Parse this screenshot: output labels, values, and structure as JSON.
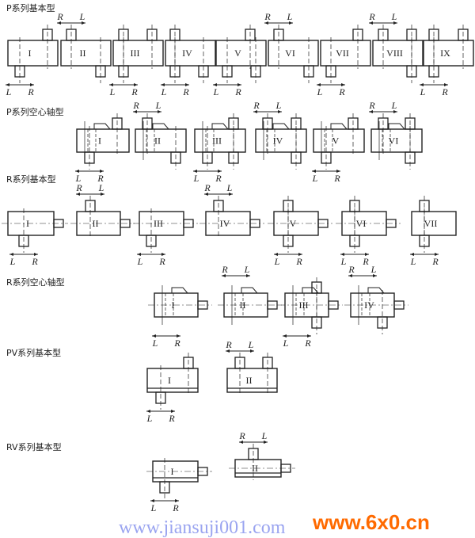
{
  "sections": [
    {
      "title": "P系列基本型",
      "models": [
        "I",
        "II",
        "III",
        "IV",
        "V",
        "VI",
        "VII",
        "VIII",
        "IX"
      ]
    },
    {
      "title": "P系列空心轴型",
      "models": [
        "I",
        "II",
        "III",
        "IV",
        "V",
        "VI"
      ]
    },
    {
      "title": "R系列基本型",
      "models": [
        "I",
        "II",
        "III",
        "IV",
        "V",
        "VI",
        "VII"
      ]
    },
    {
      "title": "R系列空心轴型",
      "models": [
        "I",
        "II",
        "III",
        "IV"
      ]
    },
    {
      "title": "PV系列基本型",
      "models": [
        "I",
        "II"
      ]
    },
    {
      "title": "RV系列基本型",
      "models": [
        "I",
        "II"
      ]
    }
  ],
  "direction_labels": {
    "left": "L",
    "right": "R"
  },
  "watermarks": {
    "primary": "www.6x0.cn",
    "secondary": "www.jiansuji001.com"
  },
  "colors": {
    "line": "#222222",
    "watermark_orange": "#ff6a00",
    "watermark_red": "#e8000b",
    "watermark_blue": "#9aa4f0"
  }
}
